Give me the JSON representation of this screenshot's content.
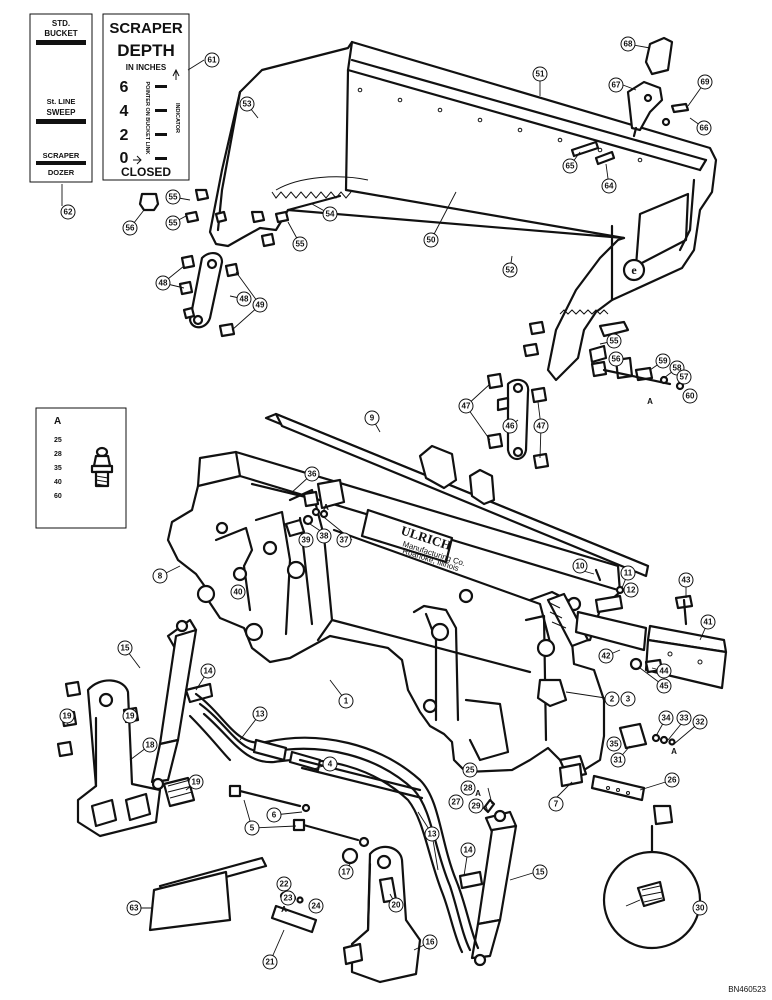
{
  "decal_left": {
    "top_label_1": "STD.",
    "top_label_2": "BUCKET",
    "mid_label_1": "St. LINE",
    "mid_label_2": "SWEEP",
    "bottom_label_1": "SCRAPER",
    "bottom_label_2": "DOZER"
  },
  "decal_right": {
    "title_1": "SCRAPER",
    "title_2": "DEPTH",
    "subtitle": "IN INCHES",
    "marks": [
      "6",
      "4",
      "2",
      "0"
    ],
    "pointer_text": "POINTER ON BUCKET LINK",
    "indicator_text": "INDICATOR",
    "closed": "CLOSED"
  },
  "fitting_inset": {
    "header": "A",
    "values": [
      "25",
      "28",
      "35",
      "40",
      "60"
    ]
  },
  "nameplate": {
    "brand": "ULRICH",
    "line2": "Manufacturing Co.",
    "line3": "Roanoke, Illinois"
  },
  "arrow_letter": "A",
  "callouts": [
    "1",
    "2",
    "3",
    "4",
    "5",
    "6",
    "7",
    "8",
    "9",
    "10",
    "11",
    "12",
    "13",
    "14",
    "15",
    "16",
    "17",
    "18",
    "19",
    "20",
    "21",
    "22",
    "23",
    "24",
    "25",
    "26",
    "27",
    "28",
    "29",
    "30",
    "31",
    "32",
    "33",
    "34",
    "35",
    "36",
    "37",
    "38",
    "39",
    "40",
    "41",
    "42",
    "43",
    "44",
    "45",
    "46",
    "47",
    "48",
    "49",
    "50",
    "51",
    "52",
    "53",
    "54",
    "55",
    "56",
    "57",
    "58",
    "59",
    "60",
    "61",
    "62",
    "63",
    "64",
    "65",
    "66",
    "67",
    "68",
    "69"
  ],
  "drawing_code": "BN460523"
}
